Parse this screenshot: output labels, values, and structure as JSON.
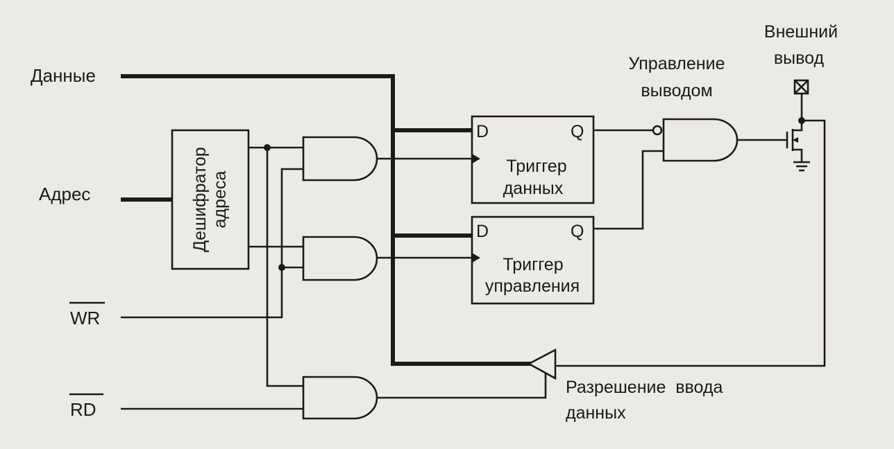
{
  "diagram": {
    "inputs": {
      "data": "Данные",
      "address": "Адрес",
      "wr": "WR",
      "rd": "RD"
    },
    "decoder_label": "Дешифратор адреса",
    "decoder_line1": "Дешифратор",
    "decoder_line2": "адреса",
    "data_trigger": {
      "d_pin": "D",
      "q_pin": "Q",
      "line1": "Триггер",
      "line2": "данных"
    },
    "control_trigger": {
      "d_pin": "D",
      "q_pin": "Q",
      "line1": "Триггер",
      "line2": "управления"
    },
    "output_control": {
      "line1": "Управление",
      "line2": "выводом"
    },
    "external_pin": {
      "line1": "Внешний",
      "line2": "вывод"
    },
    "input_enable": {
      "line1": "Разрешение  ввода",
      "line2": "данных"
    }
  }
}
